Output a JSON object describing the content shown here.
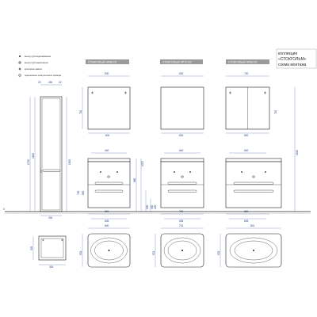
{
  "header": {
    "collection_line1": "коллекция",
    "collection_line2": "«СТОКГОЛЬМ»",
    "collection_line3": "схема монтажа"
  },
  "legend": [
    {
      "icon": "water-outlet-dot-icon",
      "label": "выход труб водоснабжения"
    },
    {
      "icon": "sewer-outlet-crosshair-icon",
      "label": "выход труб канализации"
    },
    {
      "icon": "mount-point-star-icon",
      "label": "крепление навеса"
    },
    {
      "icon": "electric-connection-icon",
      "label": "подключение электрического провода"
    }
  ],
  "models": [
    {
      "label": "СТОКГОЛЬМ ЧР80-02",
      "top_w": "630",
      "top_h": "710",
      "top_w2": "600",
      "vanity_inner": "440",
      "vanity_w": "800",
      "vanity_w2": "635",
      "sink_w": "800",
      "sink_d": "501"
    },
    {
      "label": "СТОКГОЛЬМ ЧР70-02",
      "top_w": "630",
      "top_w2": "600",
      "vanity_inner": "640",
      "vanity_w": "700",
      "vanity_w2": "535",
      "sink_w": "701",
      "sink_d": "501"
    },
    {
      "label": "СТОКГОЛЬМ ЧР80-02",
      "top_w": "730",
      "top_w2": "800",
      "vanity_inner": "640",
      "vanity_w": "800",
      "vanity_w2": "635",
      "sink_w": "801",
      "sink_d": "501"
    }
  ],
  "column": {
    "top_dims": [
      "23",
      "260",
      "22"
    ],
    "heights": [
      "1750",
      "1820",
      "1500"
    ],
    "base_w": "300",
    "side_small": [
      "860",
      "1037",
      "750",
      "850",
      "200",
      "300",
      "250"
    ],
    "right_total": "1840",
    "mirror_h": "710"
  },
  "small_box": {
    "h": "305",
    "w": "300"
  },
  "floor_label": "0"
}
